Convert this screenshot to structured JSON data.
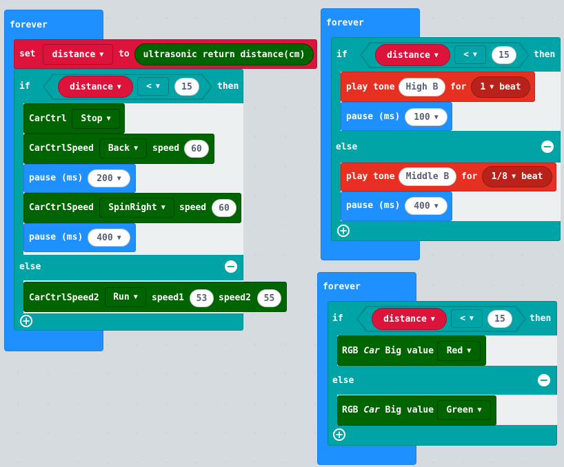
{
  "blocks": {
    "forever_label": "forever",
    "set_label": "set",
    "to_label": "to",
    "if_label": "if",
    "then_label": "then",
    "else_label": "else",
    "pause_label": "pause (ms)",
    "play_tone_label": "play tone",
    "for_label": "for",
    "beat_label": "beat",
    "speed_label": "speed",
    "speed1_label": "speed1",
    "speed2_label": "speed2",
    "big_value_label": "Big value",
    "rgb_label": "RGB",
    "car_label": "Car"
  },
  "left": {
    "variable": "distance",
    "ultrasonic": "ultrasonic return distance(cm)",
    "operator": "<",
    "threshold": "15",
    "carctrl": "CarCtrl",
    "carctrl_value": "Stop",
    "carctrlspeed": "CarCtrlSpeed",
    "back": "Back",
    "speed_back": "60",
    "pause_1": "200",
    "spinright": "SpinRight",
    "speed_spin": "60",
    "pause_2": "400",
    "carctrlspeed2": "CarCtrlSpeed2",
    "run": "Run",
    "speed1": "53",
    "speed2": "55"
  },
  "top_right": {
    "variable": "distance",
    "operator": "<",
    "threshold": "15",
    "tone_1": "High B",
    "beat_1": "1",
    "pause_1": "100",
    "tone_2": "Middle B",
    "beat_2": "1/8",
    "pause_2": "400"
  },
  "bottom_right": {
    "variable": "distance",
    "operator": "<",
    "threshold": "15",
    "color_1": "Red",
    "color_2": "Green"
  },
  "icons": {
    "dropdown": "dropdown-arrow-icon",
    "remove": "minus-circle-icon",
    "add": "plus-circle-icon"
  },
  "colors": {
    "forever": "#1e90ff",
    "logic": "#00a4a6",
    "variables": "#dc143c",
    "music": "#e63022",
    "car": "#006400"
  }
}
